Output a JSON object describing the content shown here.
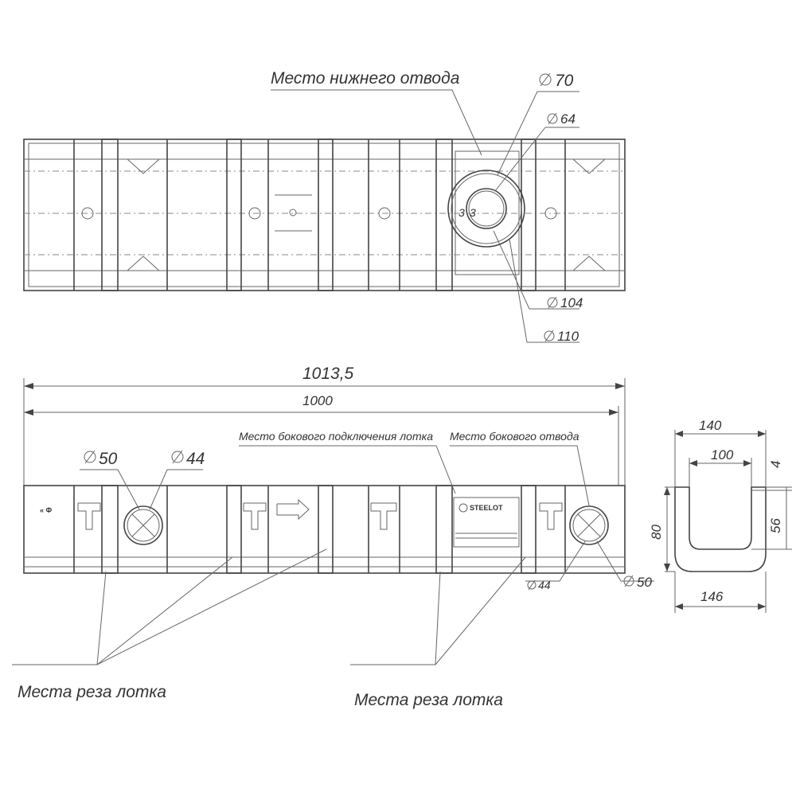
{
  "labels": {
    "bottom_outlet": "Место нижнего отвода",
    "side_tray_connection": "Место бокового подключения лотка",
    "side_outlet": "Место бокового отвода",
    "cut_places_left": "Места реза лотка",
    "cut_places_right": "Места реза лотка",
    "brand": "STEELOT"
  },
  "dimensions": {
    "top_d70": "70",
    "top_d64": "64",
    "top_d104": "104",
    "top_d110": "110",
    "overall_length": "1013,5",
    "nominal_length": "1000",
    "left_d50": "50",
    "left_d44": "44",
    "right_d44": "44",
    "right_d50": "50",
    "section_w140": "140",
    "section_w100": "100",
    "section_t4": "4",
    "section_h80": "80",
    "section_h56": "56",
    "section_w146": "146",
    "marker_3a": "3",
    "marker_3b": "3"
  },
  "colors": {
    "line": "#444444",
    "background": "#ffffff"
  }
}
